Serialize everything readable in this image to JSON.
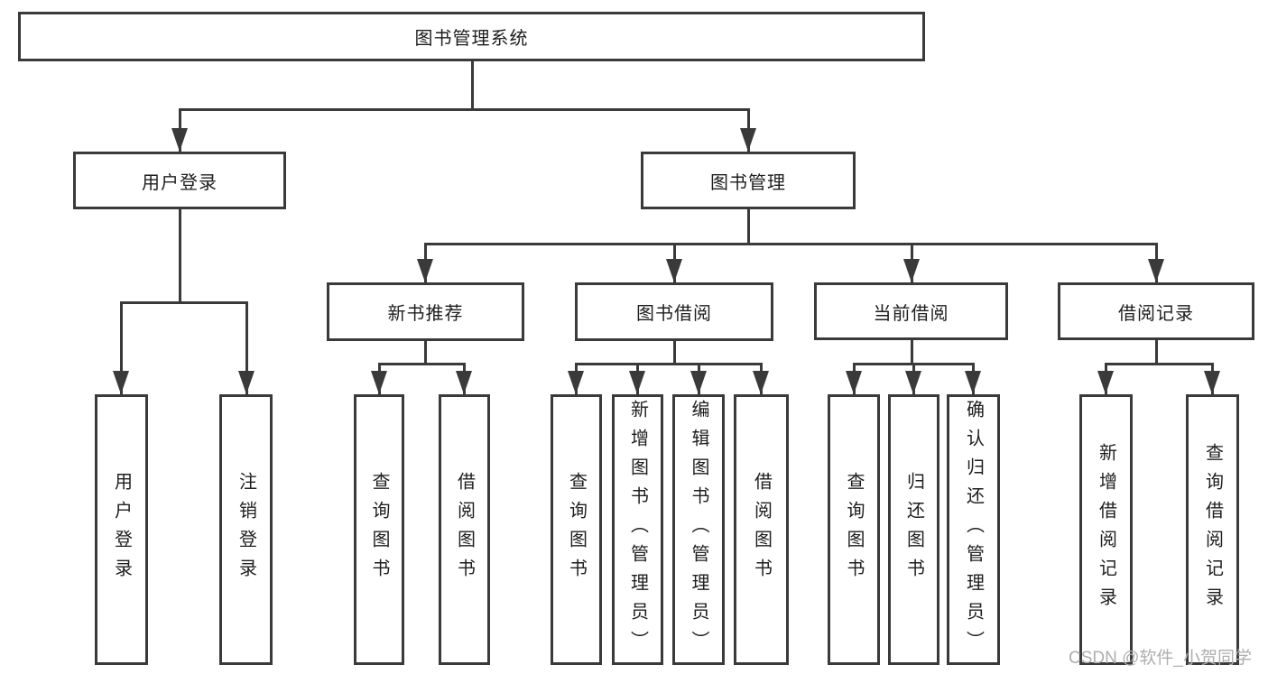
{
  "tree": {
    "label": "图书管理系统",
    "children": [
      {
        "label": "用户登录",
        "children": [
          {
            "label": "用户登录"
          },
          {
            "label": "注销登录"
          }
        ]
      },
      {
        "label": "图书管理",
        "children": [
          {
            "label": "新书推荐",
            "children": [
              {
                "label": "查询图书"
              },
              {
                "label": "借阅图书"
              }
            ]
          },
          {
            "label": "图书借阅",
            "children": [
              {
                "label": "查询图书"
              },
              {
                "label": "新增图书（管理员）"
              },
              {
                "label": "编辑图书（管理员）"
              },
              {
                "label": "借阅图书"
              }
            ]
          },
          {
            "label": "当前借阅",
            "children": [
              {
                "label": "查询图书"
              },
              {
                "label": "归还图书"
              },
              {
                "label": "确认归还（管理员）"
              }
            ]
          },
          {
            "label": "借阅记录",
            "children": [
              {
                "label": "新增借阅记录"
              },
              {
                "label": "查询借阅记录"
              }
            ]
          }
        ]
      }
    ]
  },
  "watermark": "CSDN @软件_小贺同学",
  "colors": {
    "line": "#3a3a3a",
    "text": "#1e1e1e",
    "watermark": "#aeaeae",
    "background": "#ffffff"
  }
}
